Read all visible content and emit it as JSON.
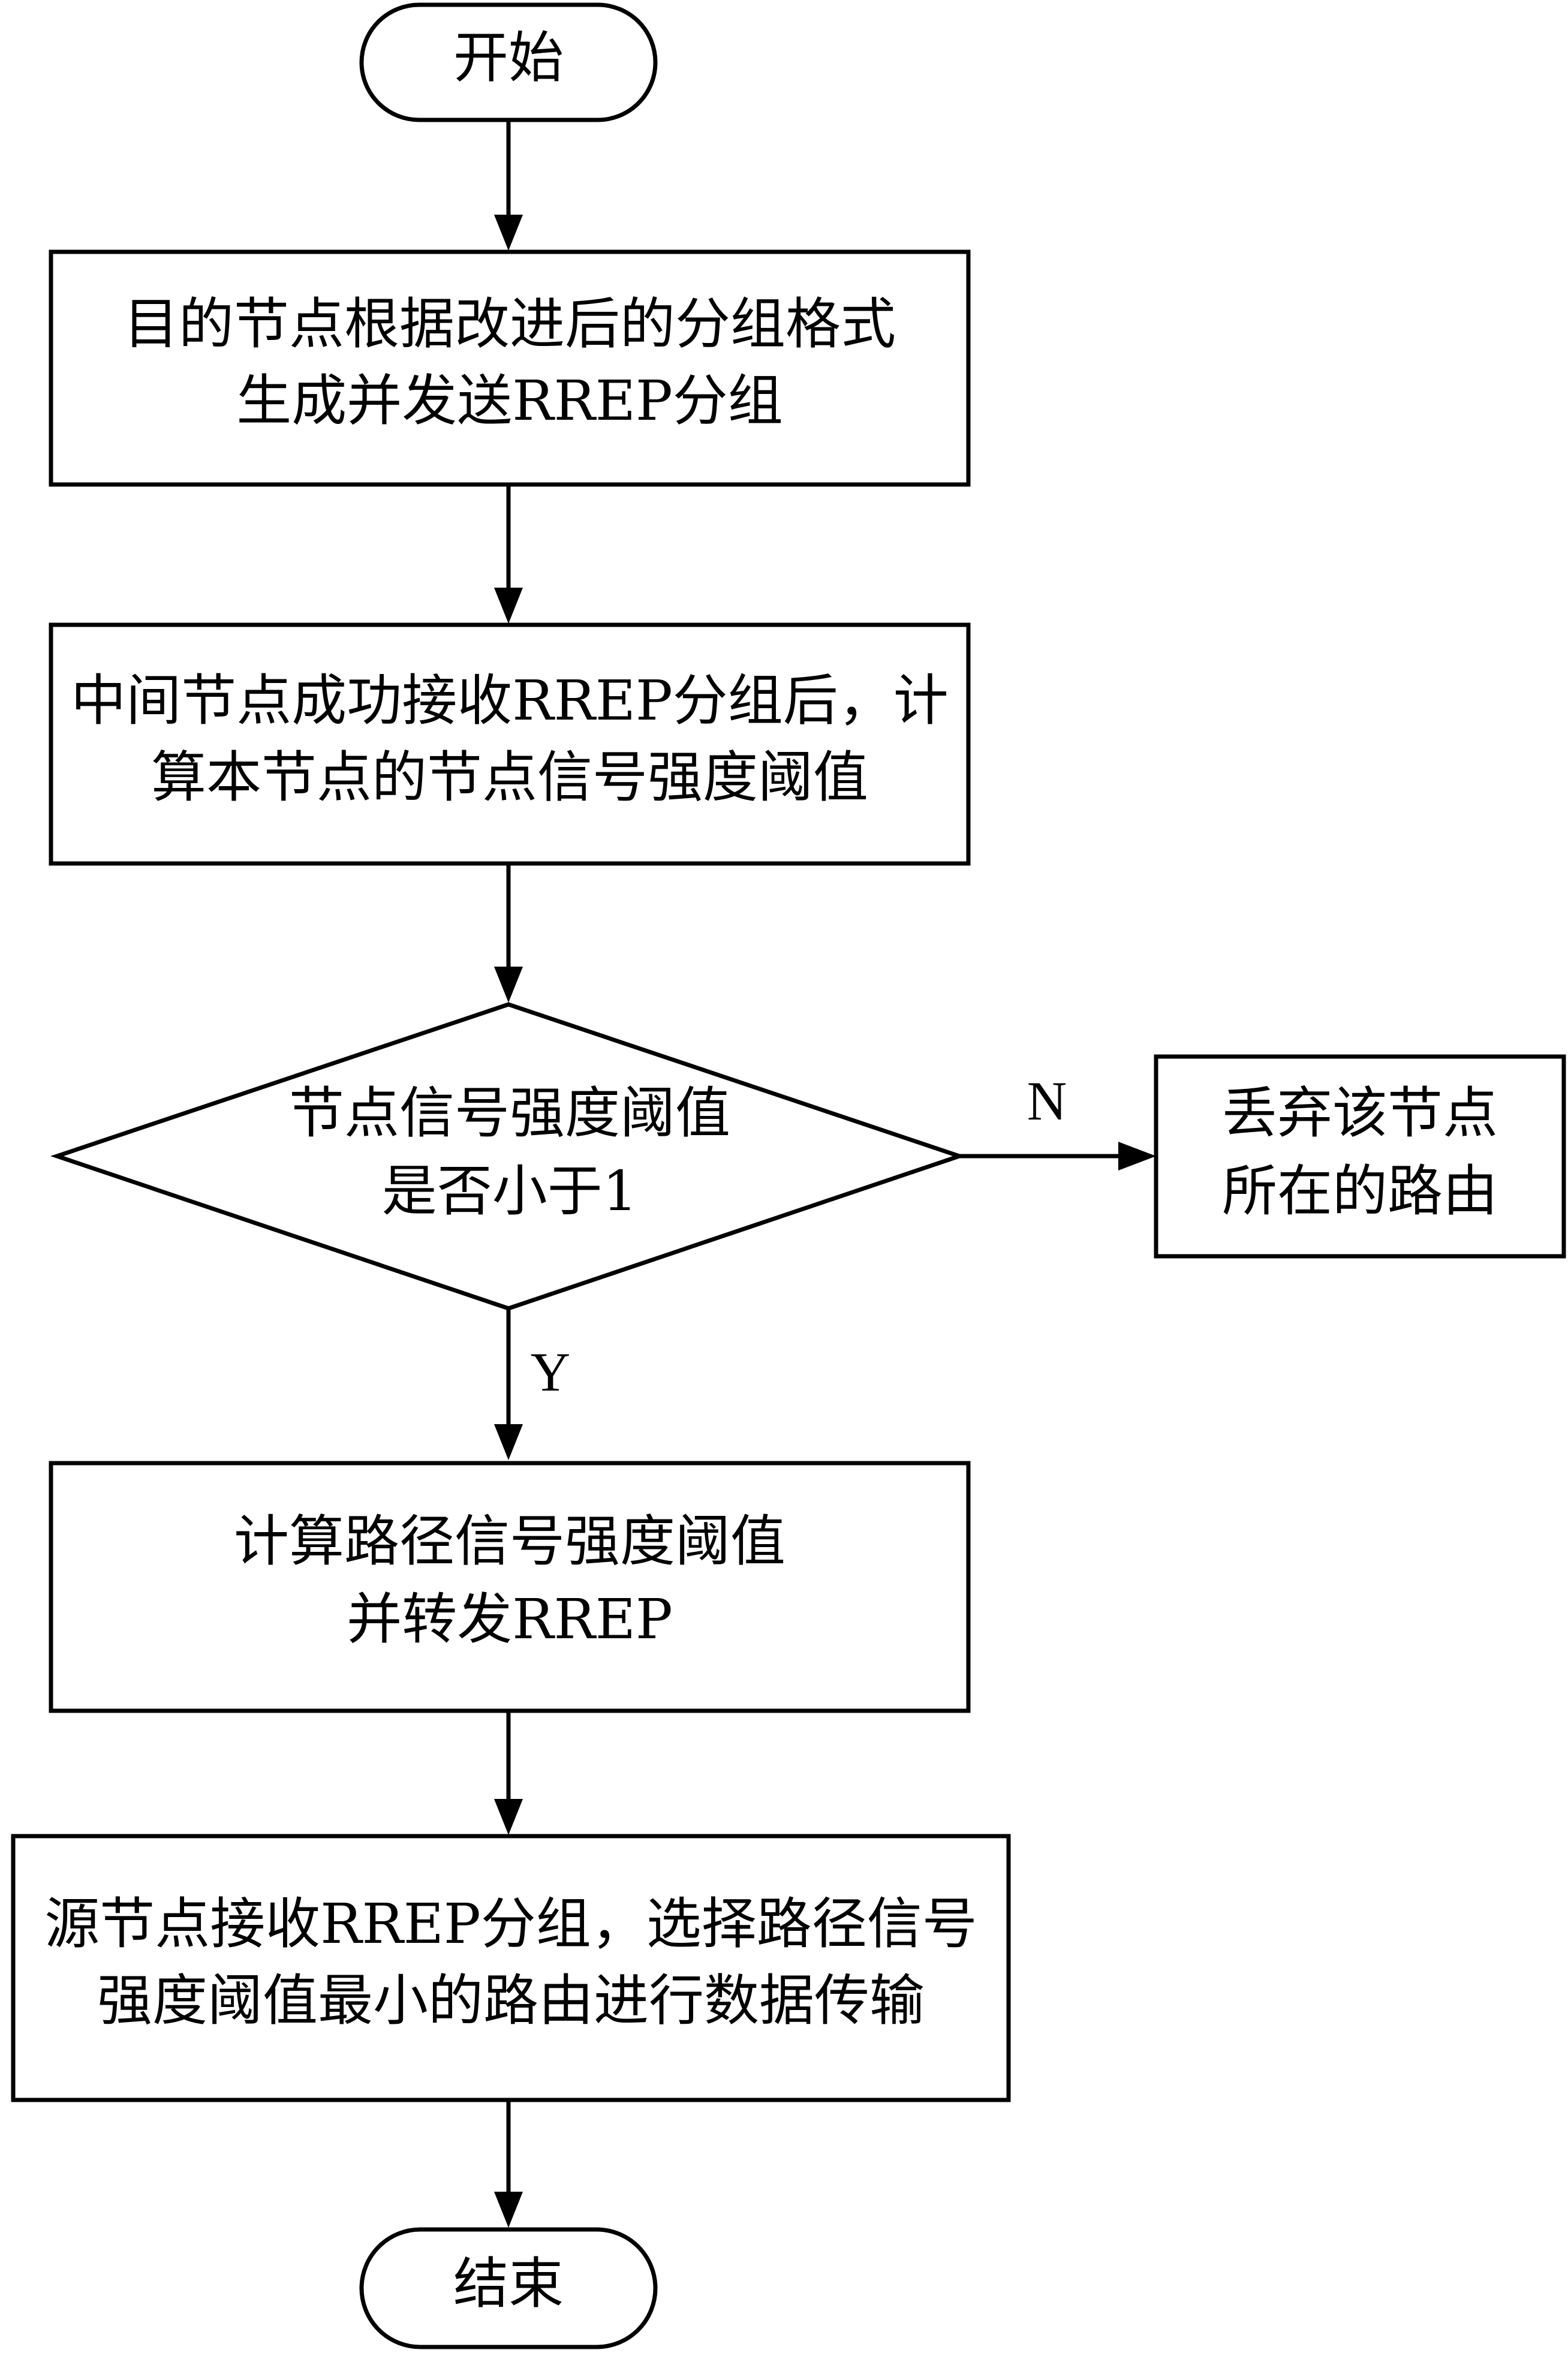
{
  "flowchart": {
    "start": "开始",
    "step1": {
      "line1": "目的节点根据改进后的分组格式",
      "line2": "生成并发送RREP分组"
    },
    "step2": {
      "line1": "中间节点成功接收RREP分组后，计",
      "line2": "算本节点的节点信号强度阈值"
    },
    "decision": {
      "line1": "节点信号强度阈值",
      "line2": "是否小于1"
    },
    "discard": {
      "line1": "丢弃该节点",
      "line2": "所在的路由"
    },
    "step3": {
      "line1": "计算路径信号强度阈值",
      "line2": "并转发RREP"
    },
    "step4": {
      "line1": "源节点接收RREP分组，选择路径信号",
      "line2": "强度阈值最小的路由进行数据传输"
    },
    "end": "结束",
    "branch_no": "N",
    "branch_yes": "Y"
  }
}
